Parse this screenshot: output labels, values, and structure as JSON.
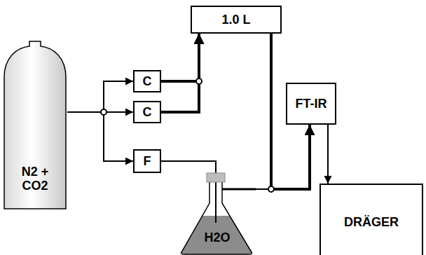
{
  "diagram": {
    "nodes": [
      {
        "text": [
          "1.0 L"
        ]
      },
      {
        "text": [
          "C"
        ]
      },
      {
        "text": [
          "C"
        ]
      },
      {
        "text": [
          "FT-IR"
        ]
      },
      {
        "text": [
          "F"
        ]
      },
      {
        "text": [
          "N2 + CO2"
        ]
      },
      {
        "text": [
          "H2O"
        ]
      },
      {
        "text": [
          "DRÄGER"
        ]
      }
    ],
    "edges": [
      {
        "from": 5,
        "to": 1,
        "arrow": "to"
      },
      {
        "from": 5,
        "to": 2,
        "arrow": "to"
      },
      {
        "from": 5,
        "to": 4,
        "arrow": "to"
      },
      {
        "from": 1,
        "to": 0,
        "arrow": "to"
      },
      {
        "from": 2,
        "to": 0,
        "arrow": "to"
      },
      {
        "from": 0,
        "to": 3,
        "arrow": "to"
      },
      {
        "from": 4,
        "to": 6,
        "arrow": "none"
      },
      {
        "from": 6,
        "to": 3,
        "arrow": "none"
      },
      {
        "from": 3,
        "to": 7,
        "arrow": "to"
      }
    ]
  }
}
